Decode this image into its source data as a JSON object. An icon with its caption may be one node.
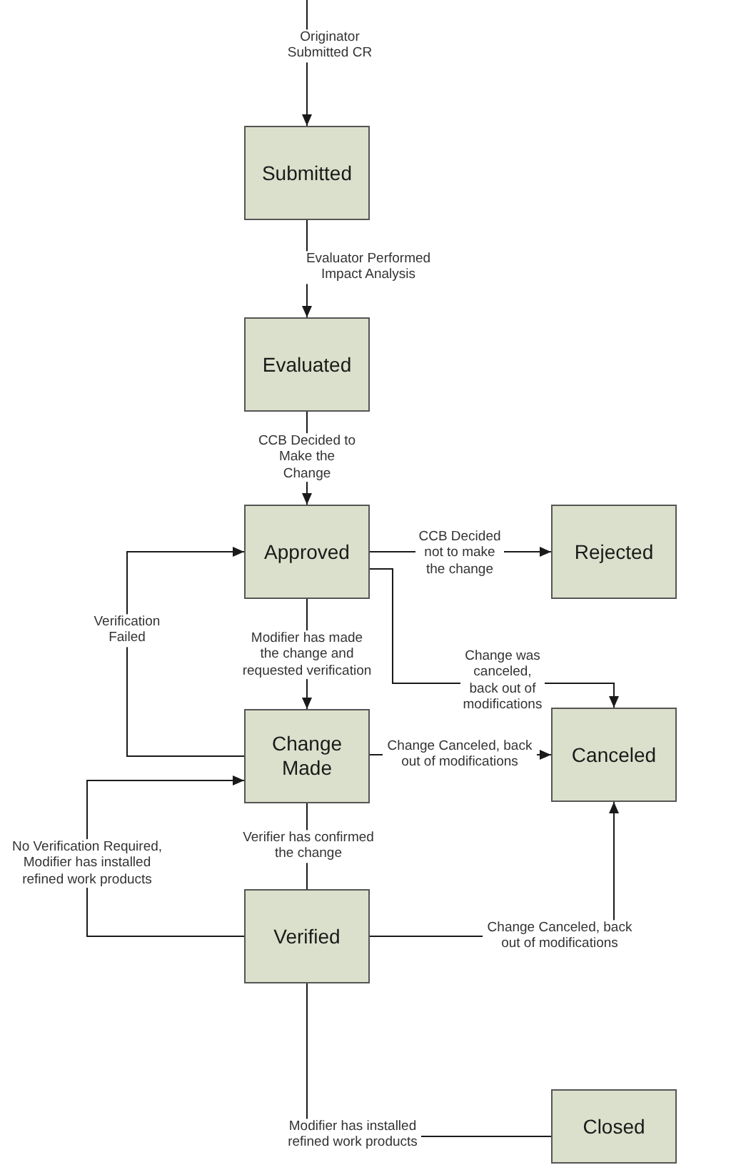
{
  "diagram": {
    "nodes": [
      {
        "text": [
          "Submitted"
        ]
      },
      {
        "text": [
          "Evaluated"
        ]
      },
      {
        "text": [
          "Approved"
        ]
      },
      {
        "text": [
          "Rejected"
        ]
      },
      {
        "text": [
          "Change Made"
        ]
      },
      {
        "text": [
          "Canceled"
        ]
      },
      {
        "text": [
          "Verified"
        ]
      },
      {
        "text": [
          "Closed"
        ]
      }
    ],
    "edges": [
      {
        "from": null,
        "to": 0,
        "arrow": "to",
        "label": "Originator Submitted CR"
      },
      {
        "from": 0,
        "to": 1,
        "arrow": "to",
        "label": "Evaluator Performed Impact Analysis"
      },
      {
        "from": 1,
        "to": 2,
        "arrow": "to",
        "label": "CCB Decided to Make the Change"
      },
      {
        "from": 2,
        "to": 3,
        "arrow": "to",
        "label": "CCB Decided not to make the change"
      },
      {
        "from": 2,
        "to": 5,
        "arrow": "to",
        "label": "Change was canceled, back out of modifications"
      },
      {
        "from": 2,
        "to": 4,
        "arrow": "to",
        "label": "Modifier has made the change and requested verification"
      },
      {
        "from": 4,
        "to": 2,
        "arrow": "to",
        "label": "Verification Failed"
      },
      {
        "from": 4,
        "to": 5,
        "arrow": "to",
        "label": "Change Canceled, back out of modifications"
      },
      {
        "from": 4,
        "to": 6,
        "arrow": "none",
        "label": "Verifier has confirmed the change"
      },
      {
        "from": 6,
        "to": 4,
        "arrow": "to",
        "label": "No Verification Required, Modifier has installed refined work products"
      },
      {
        "from": 6,
        "to": 5,
        "arrow": "to",
        "label": "Change Canceled, back out of modifications"
      },
      {
        "from": 6,
        "to": 7,
        "arrow": "none",
        "label": "Modifier has installed refined work products"
      }
    ]
  }
}
